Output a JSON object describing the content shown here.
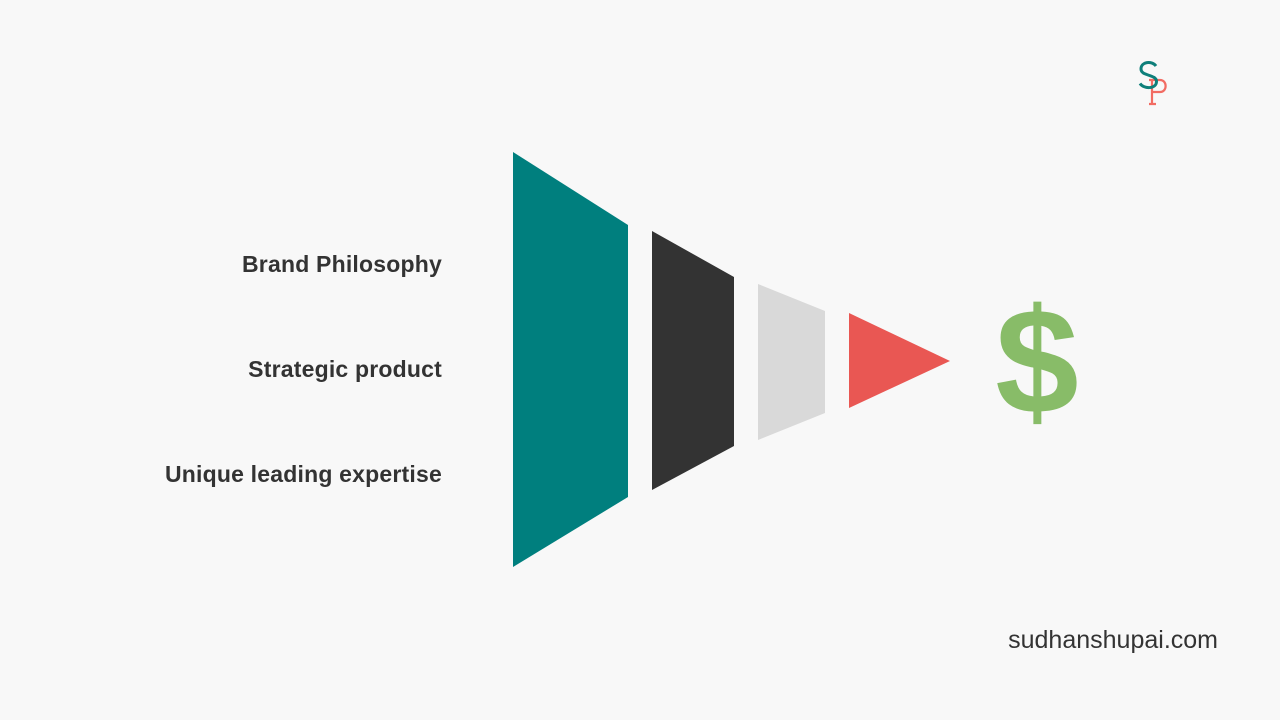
{
  "labels": [
    "Brand Philosophy",
    "Strategic product",
    "Unique leading expertise"
  ],
  "logo": {
    "letters": "SP"
  },
  "website": "sudhanshupai.com",
  "dollar_symbol": "$",
  "colors": {
    "teal": "#007f7e",
    "dark": "#333333",
    "gray": "#d9d9d9",
    "red": "#e95753",
    "green": "#88bc68",
    "background": "#f8f8f8"
  }
}
